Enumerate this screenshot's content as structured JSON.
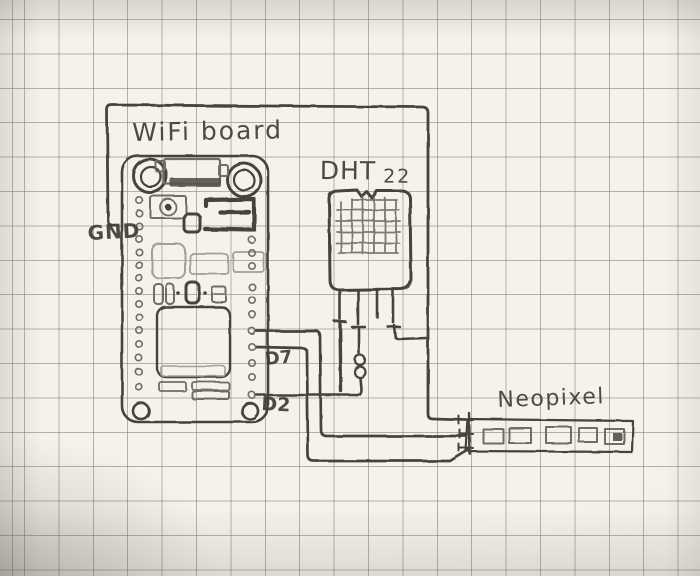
{
  "page": {
    "kind": "hand-drawn wiring sketch on squared graph paper"
  },
  "labels": {
    "wifi_board": "WiFi board",
    "dht22_name": "DHT",
    "dht22_number": "22",
    "neopixel": "Neopixel",
    "gnd": "GND",
    "d7": "D7",
    "d2": "D2"
  },
  "components": [
    {
      "name": "wifi-board",
      "label": "WiFi board",
      "labeled_pins": [
        "GND",
        "D7",
        "D2"
      ]
    },
    {
      "name": "dht22-sensor",
      "label": "DHT 22",
      "legs": 4
    },
    {
      "name": "resistor",
      "label": "",
      "location": "inline on DHT 22 data leg"
    },
    {
      "name": "neopixel-strip",
      "label": "Neopixel",
      "led_count": 5,
      "connector_pins": 3
    }
  ],
  "connections": [
    {
      "from": "WiFi board GND (left edge)",
      "route": "up and across the top, down the right side",
      "to": "DHT 22 leg 4 and Neopixel top pin"
    },
    {
      "from": "WiFi board pin above D7",
      "to": "Neopixel middle pin"
    },
    {
      "from": "WiFi board D7 pin",
      "to": "Neopixel bottom pin"
    },
    {
      "from": "WiFi board D2 pin",
      "to": "DHT 22 data leg through resistor"
    }
  ],
  "colors": {
    "paper": "#f2efe9",
    "grid_line": "#aaa7a2",
    "pencil_dark": "#46433e",
    "pencil_medium": "#6f6c66",
    "pencil_light": "#a39f97",
    "label_ink": "#3f3c38"
  }
}
